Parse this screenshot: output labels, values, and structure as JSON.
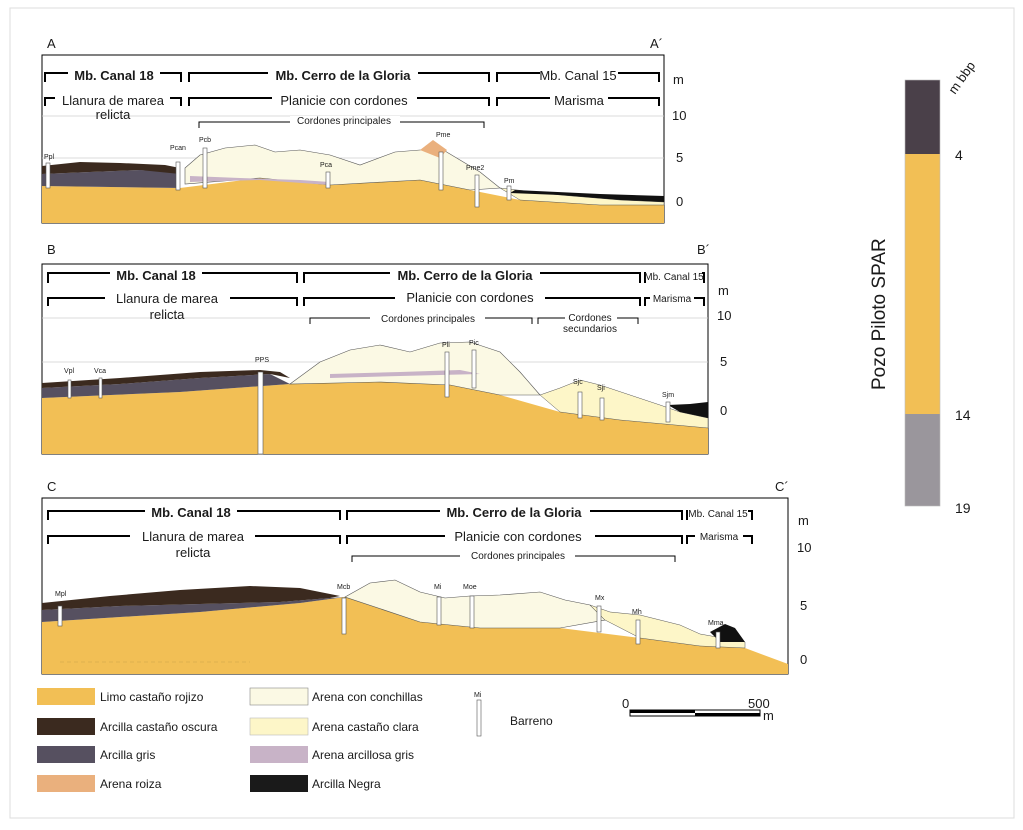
{
  "sections": [
    {
      "id": "A",
      "label_left": "A",
      "label_right": "A´",
      "units": [
        "Mb. Canal 18",
        "Mb. Cerro de la Gloria",
        "Mb. Canal 15"
      ],
      "environments": [
        "Llanura de marea relicta",
        "Planicie con cordones",
        "Marisma"
      ],
      "env_left_line1": "Llanura de marea",
      "env_left_line2": "relicta",
      "sub": [
        "Cordones principales"
      ],
      "wells": [
        "Ppl",
        "Pcan",
        "Pcb",
        "Pca",
        "Pme",
        "Pme2",
        "Pm"
      ],
      "axis": [
        "m",
        "10",
        "5",
        "0"
      ]
    },
    {
      "id": "B",
      "label_left": "B",
      "label_right": "B´",
      "units": [
        "Mb. Canal 18",
        "Mb. Cerro de la Gloria",
        "Mb. Canal 15"
      ],
      "env_left_line1": "Llanura de marea",
      "env_left_line2": "relicta",
      "env_mid": "Planicie con cordones",
      "env_right": "Marisma",
      "sub": [
        "Cordones principales",
        "Cordones",
        "secundarios"
      ],
      "wells": [
        "Vpl",
        "Vca",
        "PPS",
        "Pli",
        "Pic",
        "Sjc",
        "Sji",
        "Sjm"
      ],
      "axis": [
        "m",
        "10",
        "5",
        "0"
      ]
    },
    {
      "id": "C",
      "label_left": "C",
      "label_right": "C´",
      "units": [
        "Mb. Canal 18",
        "Mb. Cerro de la Gloria",
        "Mb. Canal 15"
      ],
      "env_left_line1": "Llanura de marea",
      "env_left_line2": "relicta",
      "env_mid": "Planicie con cordones",
      "env_right": "Marisma",
      "sub": [
        "Cordones principales"
      ],
      "wells": [
        "Mpl",
        "Mcb",
        "Mi",
        "Moe",
        "Mx",
        "Mh",
        "Mma"
      ],
      "axis": [
        "m",
        "10",
        "5",
        "0"
      ]
    }
  ],
  "column": {
    "title": "Pozo Piloto SPAR",
    "unit": "m bbp",
    "depths": [
      "4",
      "14",
      "19"
    ],
    "layers": [
      {
        "from": 0,
        "to": 4,
        "color": "#4a4049"
      },
      {
        "from": 4,
        "to": 14,
        "color": "#f2bf55"
      },
      {
        "from": 14,
        "to": 19,
        "color": "#9a969c"
      }
    ]
  },
  "legend": [
    {
      "label": "Limo castaño rojizo",
      "color": "#f2bf55"
    },
    {
      "label": "Arcilla castaño oscura",
      "color": "#3b2a1f"
    },
    {
      "label": "Arcilla gris",
      "color": "#565060"
    },
    {
      "label": "Arena roiza",
      "color": "#eab07d"
    },
    {
      "label": "Arena con conchillas",
      "color": "#fbf9e4"
    },
    {
      "label": "Arena castaño clara",
      "color": "#fdf6c8"
    },
    {
      "label": "Arena arcillosa gris",
      "color": "#c8b3c7"
    },
    {
      "label": "Arcilla Negra",
      "color": "#1a1a1a"
    }
  ],
  "borehole": {
    "symbol_label": "Mi",
    "label": "Barreno"
  },
  "scale": {
    "start": "0",
    "end": "500",
    "unit": "m"
  }
}
